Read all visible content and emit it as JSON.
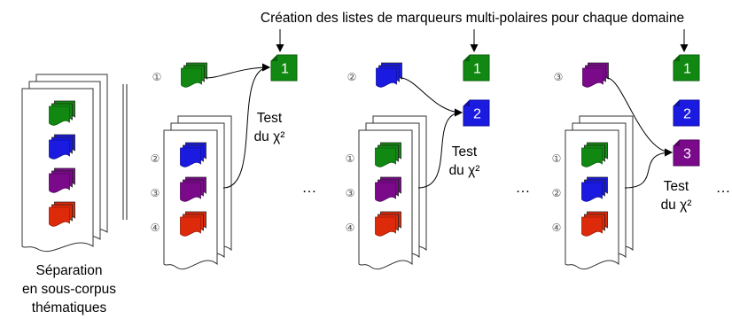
{
  "header": {
    "title": "Création des listes de marqueurs multi-polaires pour chaque domaine"
  },
  "separation": {
    "caption_lines": [
      "Séparation",
      "en sous-corpus",
      "thématiques"
    ]
  },
  "test_label": {
    "line1": "Test",
    "line2": "du χ²"
  },
  "ellipsis": "…",
  "domains": {
    "green": {
      "color": "#118811",
      "dark": "#0a5f0a",
      "number": "1"
    },
    "blue": {
      "color": "#1a1ae0",
      "dark": "#0f0fa0",
      "number": "2"
    },
    "purple": {
      "color": "#7a0a8a",
      "dark": "#520561",
      "number": "3"
    },
    "red": {
      "color": "#dd2a0a",
      "dark": "#9e1c05",
      "number": ""
    }
  },
  "steps": [
    {
      "selected": {
        "mark": "①",
        "domain": "green"
      },
      "remaining": [
        {
          "mark": "②",
          "domain": "blue"
        },
        {
          "mark": "③",
          "domain": "purple"
        },
        {
          "mark": "④",
          "domain": "red"
        }
      ],
      "results": [
        "green"
      ]
    },
    {
      "selected": {
        "mark": "②",
        "domain": "blue"
      },
      "remaining": [
        {
          "mark": "①",
          "domain": "green"
        },
        {
          "mark": "③",
          "domain": "purple"
        },
        {
          "mark": "④",
          "domain": "red"
        }
      ],
      "results": [
        "green",
        "blue"
      ]
    },
    {
      "selected": {
        "mark": "③",
        "domain": "purple"
      },
      "remaining": [
        {
          "mark": "①",
          "domain": "green"
        },
        {
          "mark": "②",
          "domain": "blue"
        },
        {
          "mark": "④",
          "domain": "red"
        }
      ],
      "results": [
        "green",
        "blue",
        "purple"
      ]
    }
  ]
}
